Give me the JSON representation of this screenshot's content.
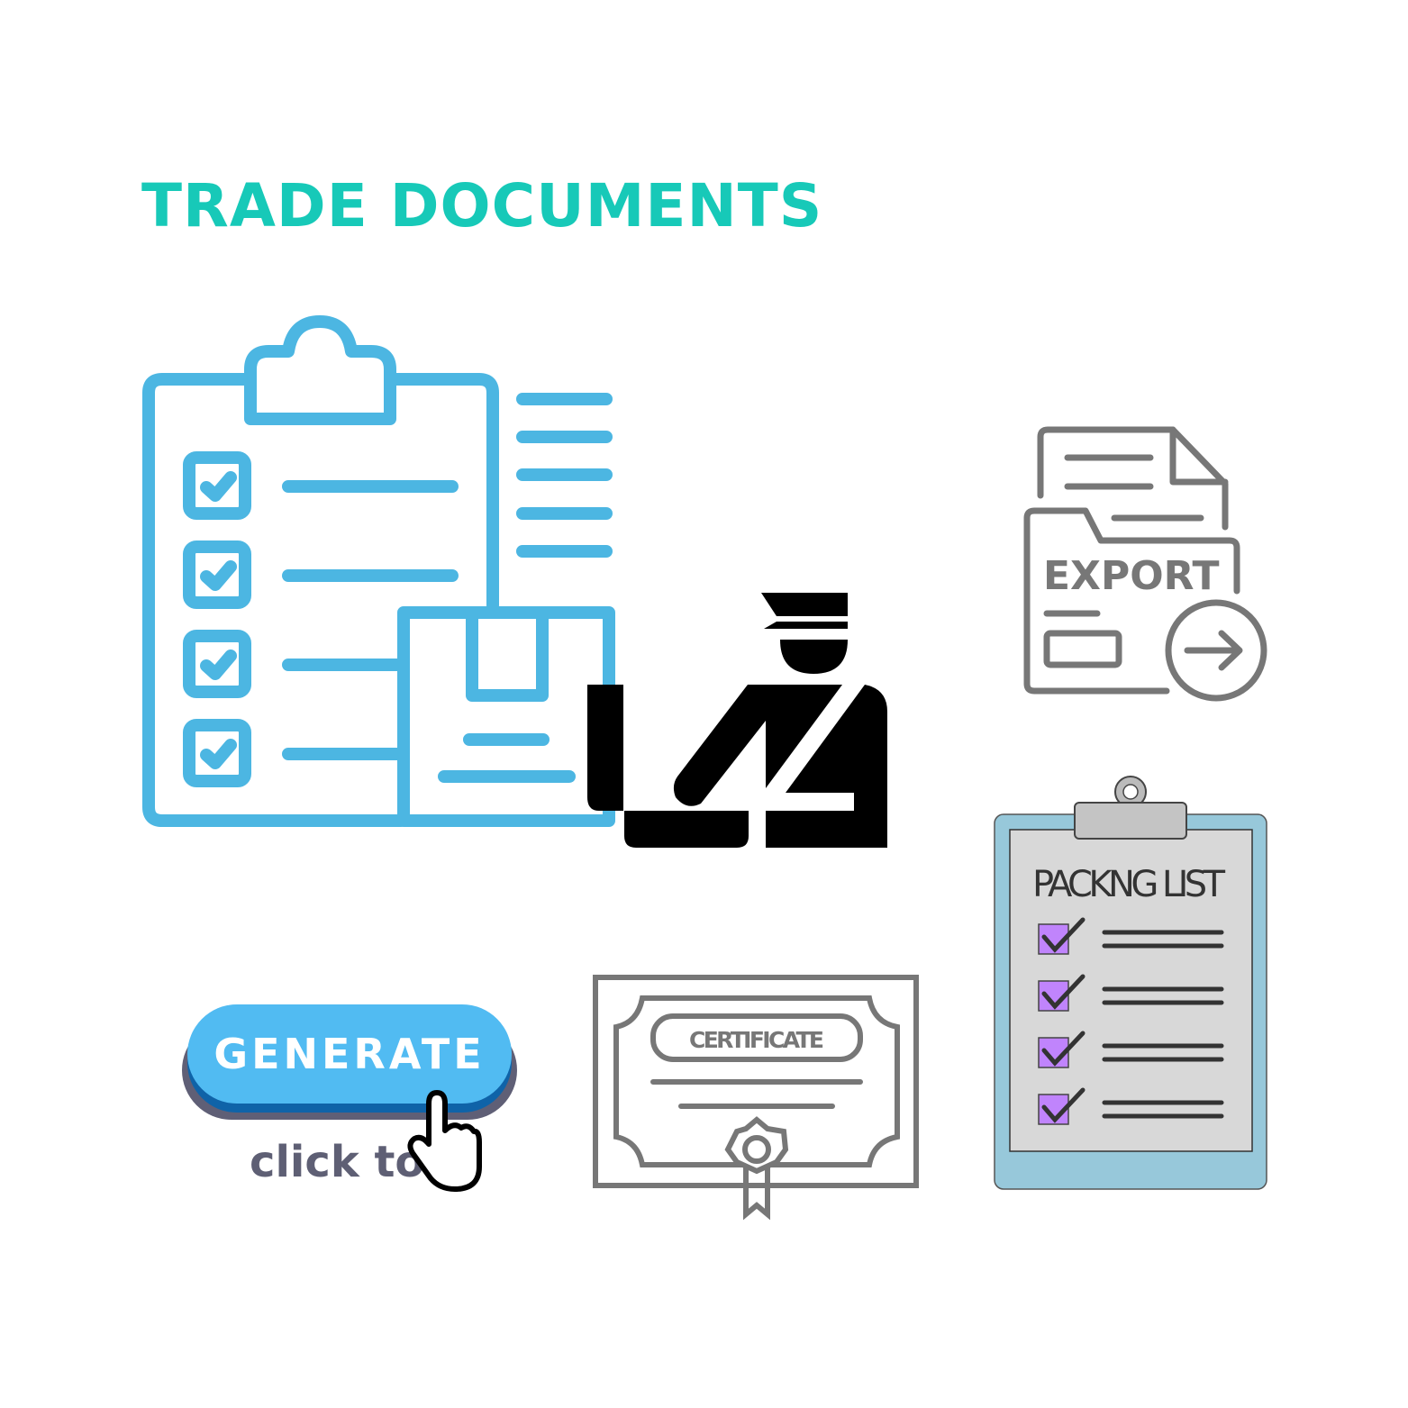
{
  "title": "TRADE DOCUMENTS",
  "export_label": "EXPORT",
  "packing_label": "PACKNG LIST",
  "certificate_label": "CERTIFICATE",
  "generate_button": "GENERATE",
  "click_hint": "click to",
  "colors": {
    "title": "#17c9b8",
    "clipboard": "#4cb6e2",
    "button": "#51bbf2",
    "checkbox": "#c084fc",
    "export": "#777777"
  }
}
